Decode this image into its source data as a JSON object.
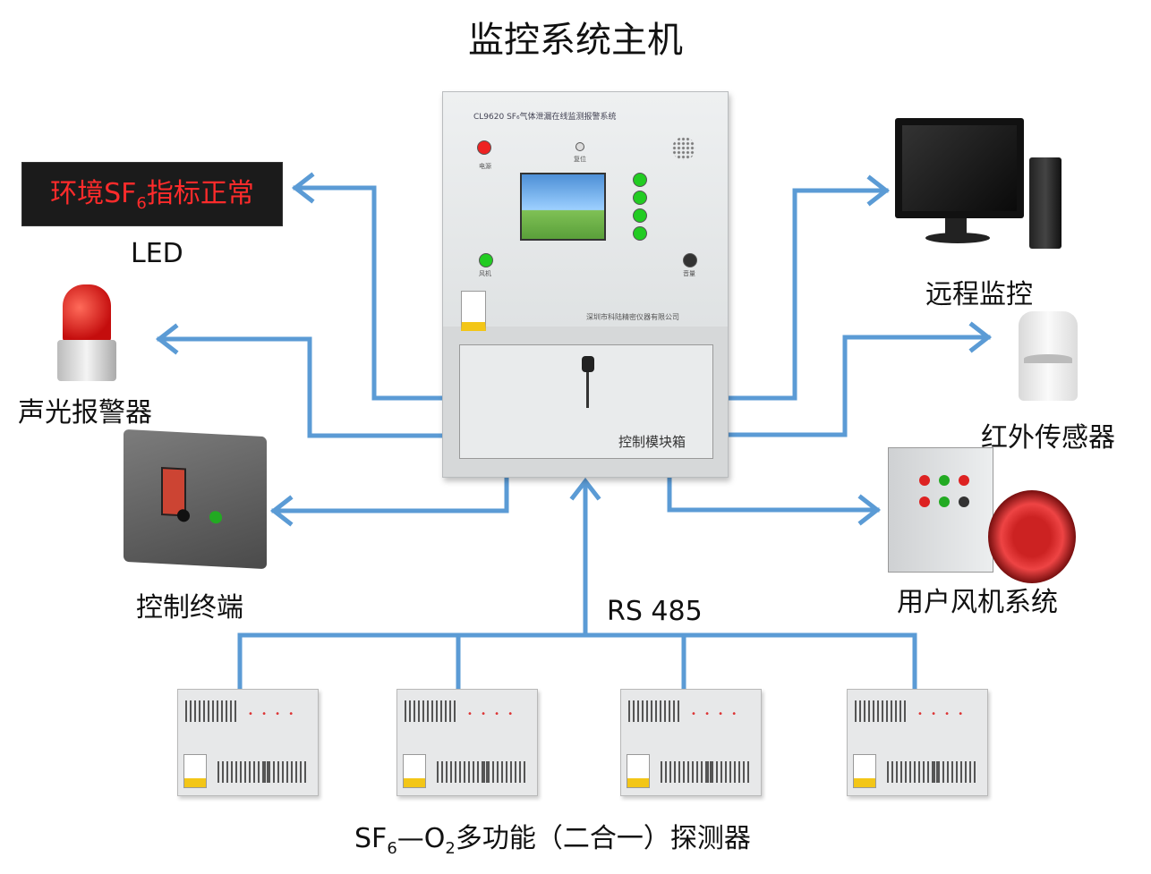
{
  "title": "监控系统主机",
  "host": {
    "model_text": "CL9620  SF₆气体泄漏在线监测报警系统",
    "control_box_label": "控制模块箱",
    "company_text": "深圳市科陆精密仪器有限公司",
    "left_led_label": "电源",
    "fan_label": "风机",
    "sound_label": "音量",
    "top_label": "复位"
  },
  "led_sign": {
    "text_prefix": "环境SF",
    "text_sub": "6",
    "text_suffix": "指标正常",
    "caption": "LED"
  },
  "labels": {
    "alarm": "声光报警器",
    "terminal": "控制终端",
    "remote": "远程监控",
    "infrared": "红外传感器",
    "fan_system": "用户风机系统",
    "bus": "RS 485",
    "detector_prefix": "SF",
    "detector_sub1": "6",
    "detector_mid": "—O",
    "detector_sub2": "2",
    "detector_suffix": "多功能（二合一）探测器"
  },
  "colors": {
    "wire": "#5b9bd5",
    "led_text": "#ff2b2b"
  }
}
